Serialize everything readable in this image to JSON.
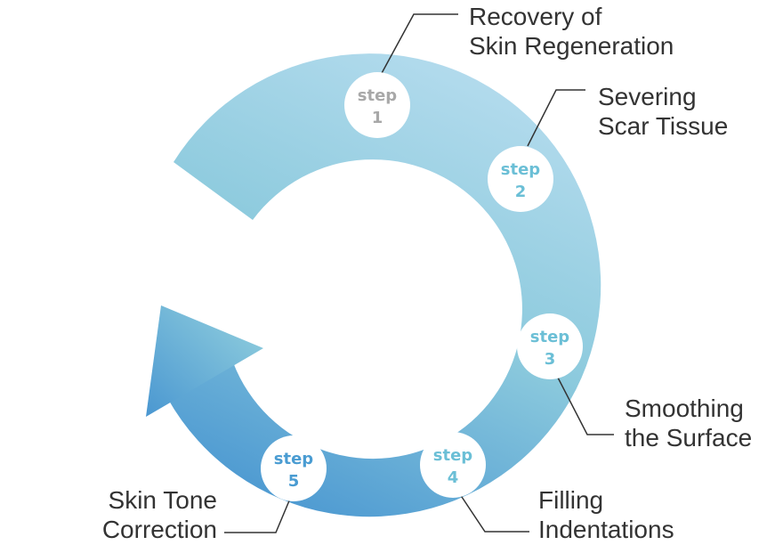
{
  "colors": {
    "ring_start": "#b5dcee",
    "ring_mid": "#8ccadd",
    "ring_end": "#4a97d1",
    "step1_text": "#a8a8a8",
    "step_text": "#6bbfd6",
    "step_text_dark": "#4a9cd2",
    "leader_line": "#333333",
    "label_text": "#333333"
  },
  "steps": [
    {
      "word": "step",
      "number": "1",
      "label_lines": [
        "Recovery of",
        "Skin Regeneration"
      ]
    },
    {
      "word": "step",
      "number": "2",
      "label_lines": [
        "Severing",
        "Scar Tissue"
      ]
    },
    {
      "word": "step",
      "number": "3",
      "label_lines": [
        "Smoothing",
        "the Surface"
      ]
    },
    {
      "word": "step",
      "number": "4",
      "label_lines": [
        "Filling",
        "Indentations"
      ]
    },
    {
      "word": "step",
      "number": "5",
      "label_lines": [
        "Skin Tone",
        "Correction"
      ]
    }
  ]
}
